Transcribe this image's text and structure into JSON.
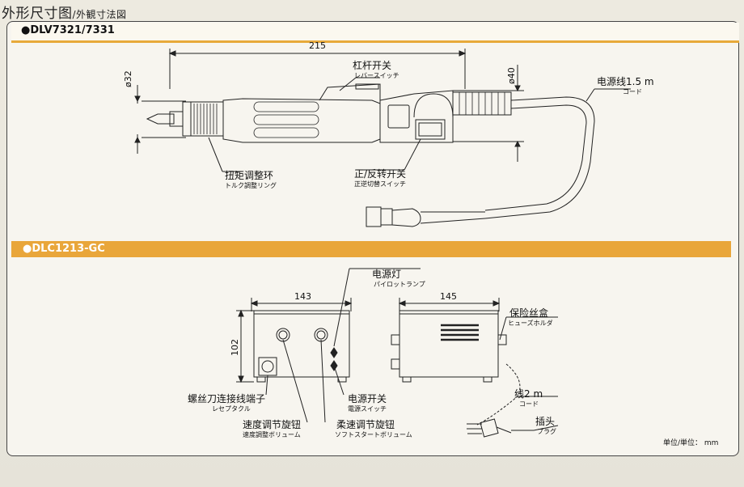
{
  "title": {
    "main": "外形尺寸图",
    "sub": "/外観寸法図"
  },
  "section1": {
    "label": "●DLV7321/7331",
    "dims": {
      "length": "215",
      "dia_front": "ø32",
      "dia_rear": "ø40"
    },
    "callouts": {
      "lever_cn": "杠杆开关",
      "lever_jp": "レバースイッチ",
      "cord_cn": "电源线1.5 m",
      "cord_jp": "コード",
      "torque_cn": "扭矩调整环",
      "torque_jp": "トルク調整リング",
      "fr_cn": "正/反转开关",
      "fr_jp": "正逆切替スイッチ"
    }
  },
  "section2": {
    "label": "●DLC1213-GC",
    "dims": {
      "width": "143",
      "height": "102",
      "depth": "145"
    },
    "callouts": {
      "pilot_cn": "电源灯",
      "pilot_jp": "パイロットランプ",
      "fuse_cn": "保险丝盒",
      "fuse_jp": "ヒューズホルダ",
      "cord_cn": "线2 m",
      "cord_jp": "コード",
      "plug_cn": "插头",
      "plug_jp": "プラグ",
      "power_cn": "电源开关",
      "power_jp": "電源スイッチ",
      "soft_cn": "柔速调节旋钮",
      "soft_jp": "ソフトスタートボリューム",
      "speed_cn": "速度调节旋钮",
      "speed_jp": "速度調整ボリューム",
      "terminal_cn": "螺丝刀连接线端子",
      "terminal_jp": "レセプタクル"
    }
  },
  "unit": "单位/単位： mm",
  "colors": {
    "accent": "#e7a93a",
    "line": "#222222",
    "paper": "#f6f4ee"
  }
}
